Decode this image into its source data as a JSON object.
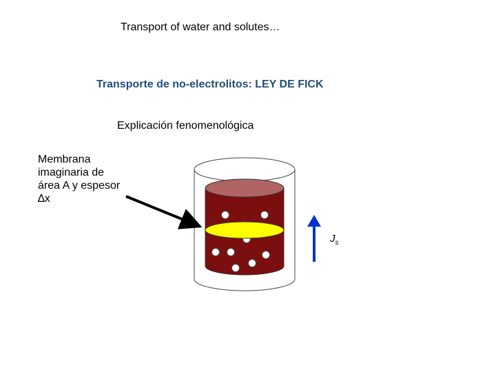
{
  "title": "Transport of water and solutes…",
  "subtitle": "Transporte de no-electrolitos: LEY DE FICK",
  "subtitle_color": "#1F4E79",
  "explanation": "Explicación fenomenológica",
  "membrane_label": {
    "lines": [
      "Membrana",
      "imaginaria de",
      "área A y espesor",
      "∆x"
    ]
  },
  "flux_label": {
    "main": "J",
    "sub": "s"
  },
  "colors": {
    "liquid": "#7B0E0E",
    "liquid_top": "#B06464",
    "membrane": "#FFFF00",
    "flux_arrow": "#0033CC",
    "pointer_arrow": "#000000",
    "particle": "#FFFFFF"
  }
}
